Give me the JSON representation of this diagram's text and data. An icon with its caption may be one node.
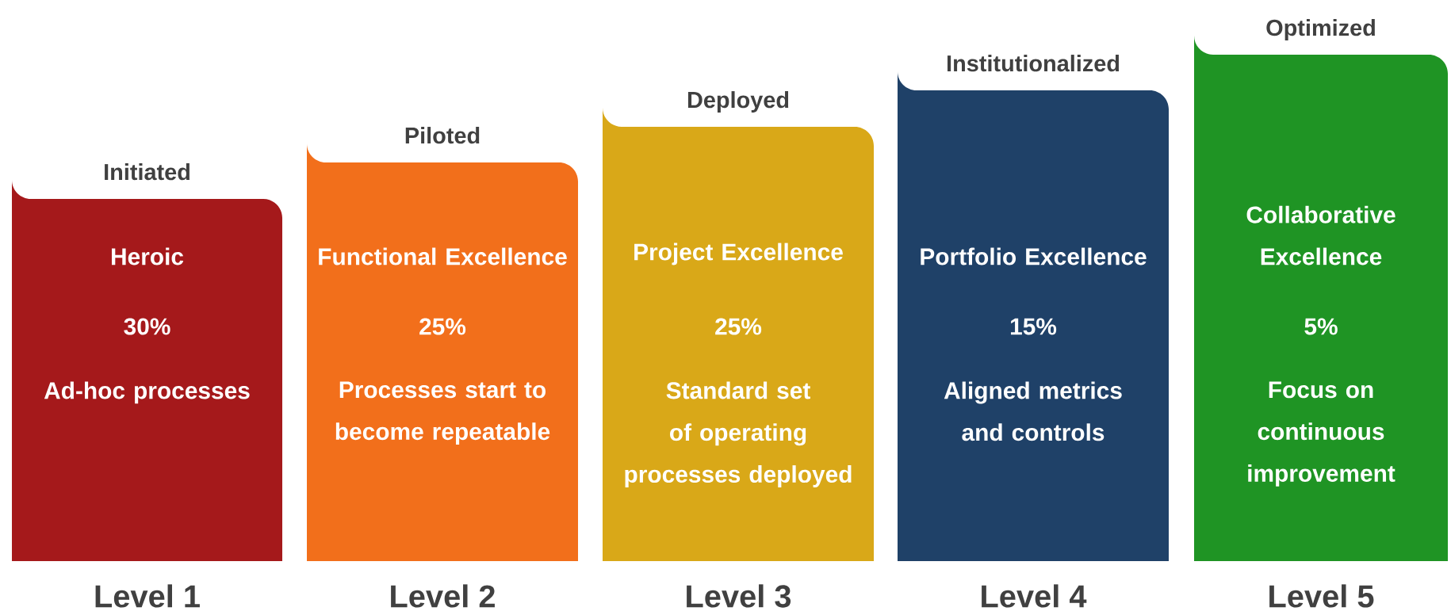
{
  "diagram": {
    "nodes": [
      {
        "text": [
          "Initiated",
          "Heroic",
          "30%",
          "Ad-hoc processes"
        ],
        "beside": [
          "Level 1"
        ]
      },
      {
        "text": [
          "Piloted",
          "Functional Excellence",
          "25%",
          "Processes start to become repeatable"
        ],
        "beside": [
          "Level 2"
        ]
      },
      {
        "text": [
          "Deployed",
          "Project Excellence",
          "25%",
          "Standard set of operating processes deployed"
        ],
        "beside": [
          "Level 3"
        ]
      },
      {
        "text": [
          "Institutionalized",
          "Portfolio Excellence",
          "15%",
          "Aligned metrics and controls"
        ],
        "beside": [
          "Level 4"
        ]
      },
      {
        "text": [
          "Optimized",
          "Collaborative Excellence",
          "5%",
          "Focus on continuous improvement"
        ],
        "beside": [
          "Level 5"
        ]
      }
    ]
  }
}
